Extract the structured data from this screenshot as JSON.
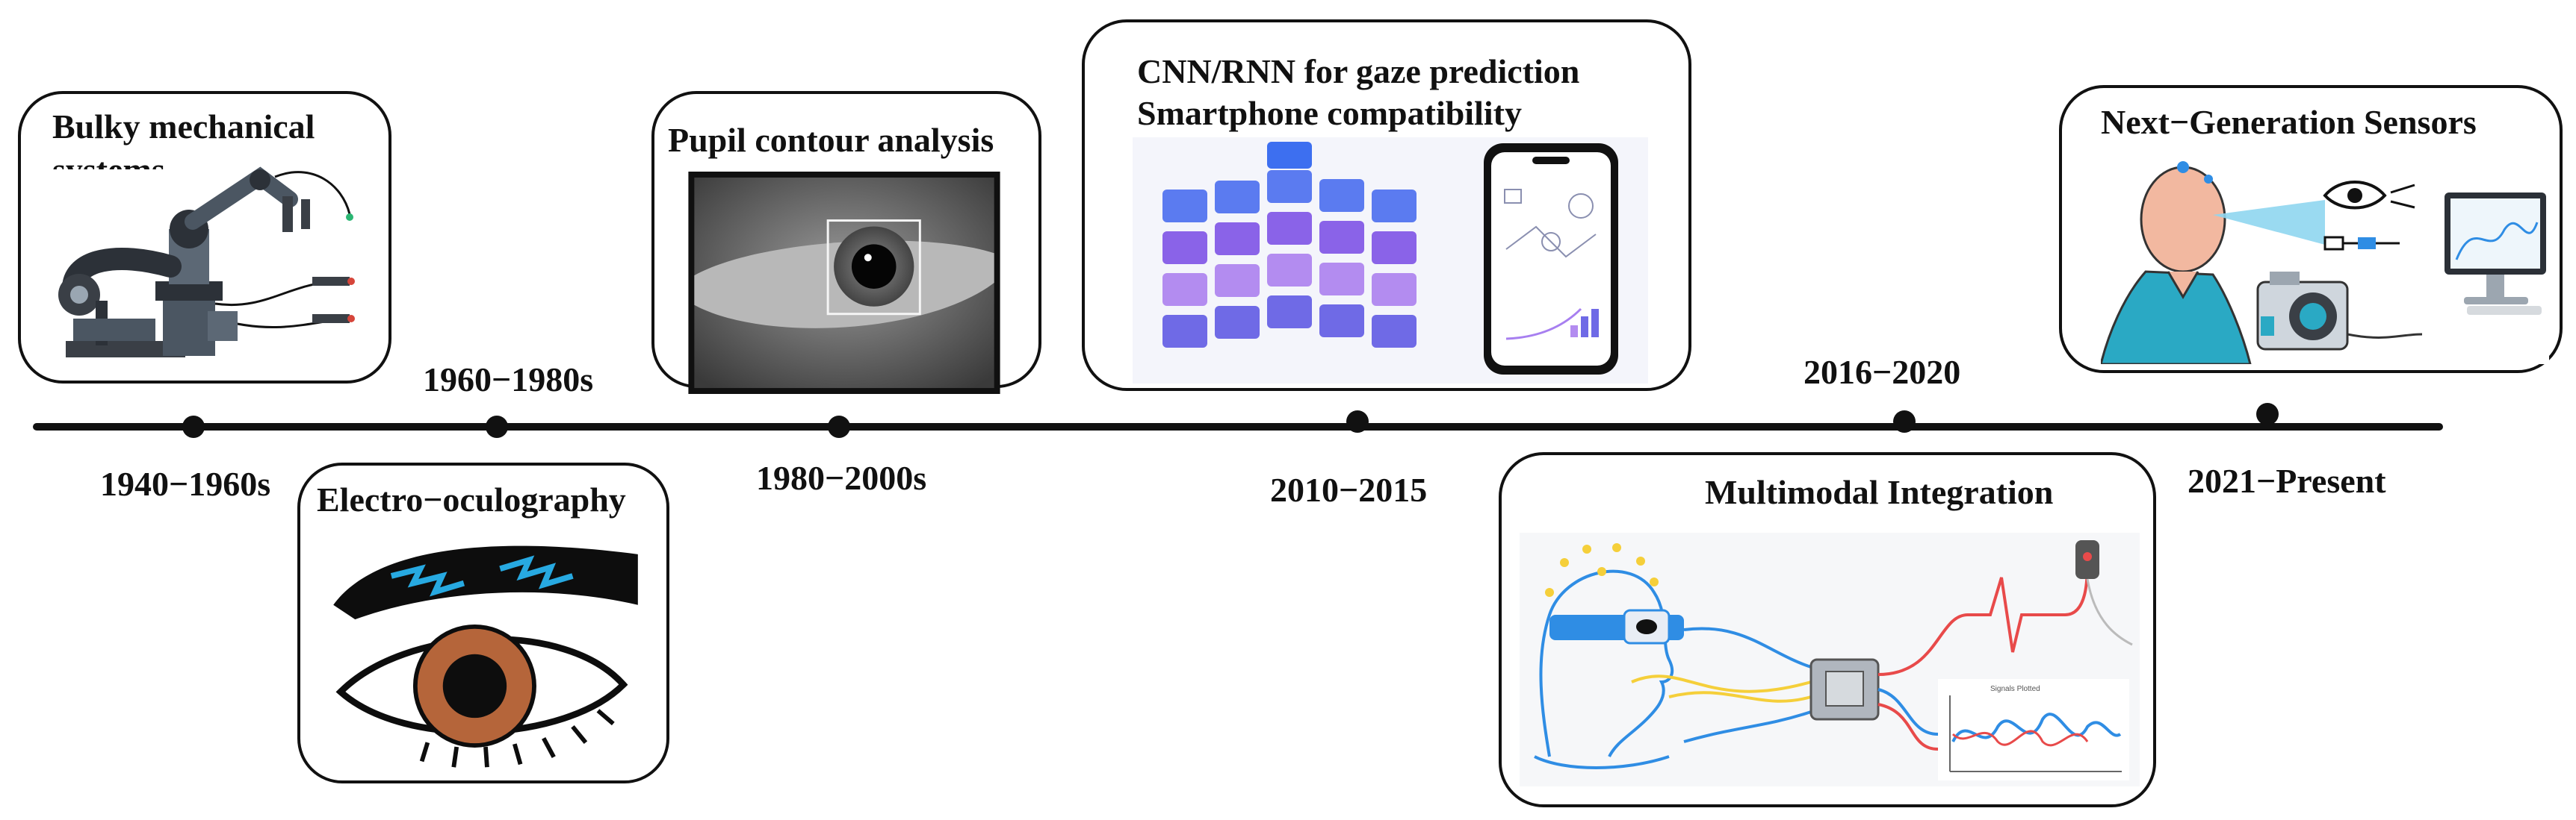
{
  "timeline": {
    "eras": [
      {
        "label": "1940−1960s"
      },
      {
        "label": "1960−1980s"
      },
      {
        "label": "1980−2000s"
      },
      {
        "label": "2010−2015"
      },
      {
        "label": "2016−2020"
      },
      {
        "label": "2021−Present"
      }
    ]
  },
  "panels": {
    "mechanical": {
      "title_line1": "Bulky mechanical",
      "title_line2": "systems",
      "icon": "robot-arm-icon"
    },
    "eog": {
      "title": "Electro−oculography",
      "icon": "eye-electrode-icon"
    },
    "pupil": {
      "title": "Pupil contour analysis",
      "icon": "eye-closeup-photo"
    },
    "cnn": {
      "title_line1": "CNN/RNN for gaze prediction",
      "title_line2": "Smartphone compatibility",
      "icon": "neural-cube-smartphone-icon"
    },
    "multimodal": {
      "title": "Multimodal Integration",
      "chart_label": "Signals Plotted",
      "icon": "eeg-headset-hub-icon"
    },
    "nextgen": {
      "title": "Next−Generation Sensors",
      "icon": "head-eye-camera-monitor-icon"
    }
  },
  "colors": {
    "line": "#111111",
    "eog_iris": "#b5653a",
    "eog_spark": "#27a9e1",
    "cube": "#6f6ae6",
    "signal_red": "#e84a4a",
    "signal_blue": "#2f8de4",
    "signal_yellow": "#f5cf3a"
  }
}
